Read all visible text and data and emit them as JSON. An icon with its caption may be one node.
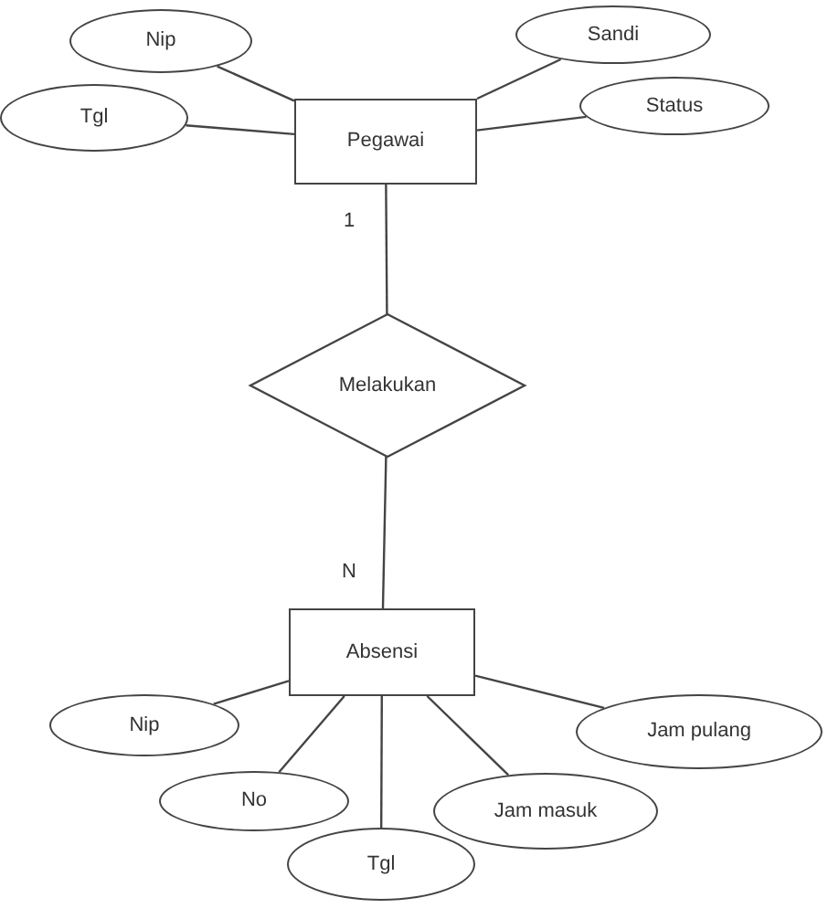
{
  "diagram": {
    "nodes": [
      {
        "text": [
          "Nip"
        ]
      },
      {
        "text": [
          "Sandi"
        ]
      },
      {
        "text": [
          "Tgl"
        ]
      },
      {
        "text": [
          "Status"
        ]
      },
      {
        "text": [
          "Pegawai"
        ]
      },
      {
        "text": [
          "Melakukan"
        ]
      },
      {
        "text": [
          "Absensi"
        ]
      },
      {
        "text": [
          "Nip"
        ]
      },
      {
        "text": [
          "Jam pulang"
        ]
      },
      {
        "text": [
          "No"
        ]
      },
      {
        "text": [
          "Jam masuk"
        ]
      },
      {
        "text": [
          "Tgl"
        ]
      }
    ],
    "edges": [
      {
        "from": 0,
        "to": 4,
        "arrow": "none"
      },
      {
        "from": 2,
        "to": 4,
        "arrow": "none"
      },
      {
        "from": 1,
        "to": 4,
        "arrow": "none"
      },
      {
        "from": 3,
        "to": 4,
        "arrow": "none"
      },
      {
        "from": 4,
        "to": 5,
        "arrow": "none"
      },
      {
        "from": 5,
        "to": 6,
        "arrow": "none"
      },
      {
        "from": 6,
        "to": 7,
        "arrow": "none"
      },
      {
        "from": 6,
        "to": 9,
        "arrow": "none"
      },
      {
        "from": 6,
        "to": 11,
        "arrow": "none"
      },
      {
        "from": 6,
        "to": 10,
        "arrow": "none"
      },
      {
        "from": 6,
        "to": 8,
        "arrow": "none"
      }
    ],
    "labels": [
      "1",
      "N"
    ]
  }
}
